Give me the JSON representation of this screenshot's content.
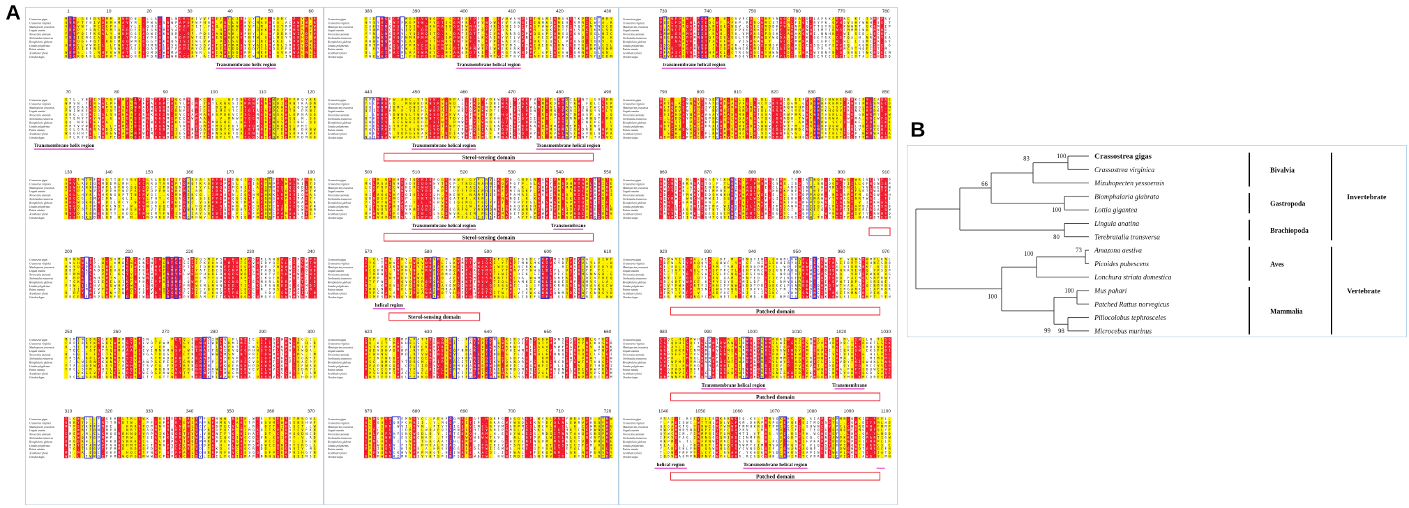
{
  "panels": {
    "a": "A",
    "b": "B"
  },
  "colors": {
    "identical": "#ee1c2e",
    "similar": "#fff200",
    "box": "#2b2bd6",
    "label_line": "#e040c8",
    "frame": "#b9d3ea",
    "domain_box": "#e8202a"
  },
  "species": [
    "Crassostrea gigas",
    "Crassostrea virginica",
    "Mizuhopecten yessoensis",
    "Lingula anatina",
    "Novocrania anomala",
    "Terebratalia transversa",
    "Biomphalaria glabrata",
    "Limulus polyphemus",
    "Patiria miniata",
    "Acanthaster planci",
    "Octodon degus"
  ],
  "alignment": {
    "col1": [
      {
        "ticks": [
          "1",
          "10",
          "20",
          "30",
          "40",
          "50",
          "60"
        ],
        "labels": [
          "Transmembrane helix region"
        ],
        "domains": []
      },
      {
        "ticks": [
          "70",
          "80",
          "90",
          "100",
          "110",
          "120"
        ],
        "labels": [
          "Transmembrane helix region"
        ],
        "domains": []
      },
      {
        "ticks": [
          "130",
          "140",
          "150",
          "160",
          "170",
          "180",
          "190"
        ],
        "labels": [],
        "domains": []
      },
      {
        "ticks": [
          "200",
          "210",
          "220",
          "230",
          "240"
        ],
        "labels": [],
        "domains": []
      },
      {
        "ticks": [
          "250",
          "260",
          "270",
          "280",
          "290",
          "300"
        ],
        "labels": [],
        "domains": []
      },
      {
        "ticks": [
          "310",
          "320",
          "330",
          "340",
          "350",
          "360",
          "370"
        ],
        "labels": [],
        "domains": []
      }
    ],
    "col2": [
      {
        "ticks": [
          "380",
          "390",
          "400",
          "410",
          "420",
          "430"
        ],
        "labels": [
          "Transmembrane helical region"
        ],
        "domains": []
      },
      {
        "ticks": [
          "440",
          "450",
          "460",
          "470",
          "480",
          "490"
        ],
        "labels": [
          "Transmembrane helical region",
          "Transmembrane helical region"
        ],
        "domains": [
          "Sterol-sensing domain"
        ]
      },
      {
        "ticks": [
          "500",
          "510",
          "520",
          "530",
          "540",
          "550"
        ],
        "labels": [
          "Transmembrane helical region",
          "Transmembrane"
        ],
        "domains": [
          "Sterol-sensing domain"
        ]
      },
      {
        "ticks": [
          "570",
          "580",
          "590",
          "600",
          "610"
        ],
        "labels": [
          "helical region"
        ],
        "domains": [
          "Sterol-sensing domain"
        ]
      },
      {
        "ticks": [
          "620",
          "630",
          "640",
          "650",
          "660"
        ],
        "labels": [],
        "domains": []
      },
      {
        "ticks": [
          "670",
          "680",
          "690",
          "700",
          "710",
          "720"
        ],
        "labels": [],
        "domains": []
      }
    ],
    "col3": [
      {
        "ticks": [
          "730",
          "740",
          "750",
          "760",
          "770",
          "780"
        ],
        "labels": [
          "transmembrane helical region"
        ],
        "domains": []
      },
      {
        "ticks": [
          "790",
          "800",
          "810",
          "820",
          "830",
          "840",
          "850"
        ],
        "labels": [],
        "domains": []
      },
      {
        "ticks": [
          "860",
          "870",
          "880",
          "890",
          "900",
          "910"
        ],
        "labels": [],
        "domains": [
          ""
        ]
      },
      {
        "ticks": [
          "920",
          "930",
          "940",
          "950",
          "960",
          "970"
        ],
        "labels": [],
        "domains": [
          "Patched domain"
        ]
      },
      {
        "ticks": [
          "980",
          "990",
          "1000",
          "1010",
          "1020",
          "1030"
        ],
        "labels": [
          "Transmembrane helical region",
          "Transmembrane"
        ],
        "domains": [
          "Patched domain"
        ]
      },
      {
        "ticks": [
          "1040",
          "1050",
          "1060",
          "1070",
          "1080",
          "1090",
          "1100"
        ],
        "labels": [
          "helical region",
          "Transmembrane helical region",
          ""
        ],
        "domains": [
          "Patched domain"
        ]
      }
    ]
  },
  "tree": {
    "taxa": [
      "Crassostrea gigas",
      "Crassostrea virginica",
      "Mizuhopecten yessoensis",
      "Biomphalaria glabrata",
      "Lottia gigantea",
      "Lingula anatina",
      "Terebratalia transversa",
      "Amazona aestiva",
      "Picoides pubescens",
      "Lonchura striata domestica",
      "Mus pahari",
      "Patched Rattus norvegicus",
      "Piliocolobus tephrosceles",
      "Microcebus murinus"
    ],
    "bootstrap": [
      "100",
      "83",
      "66",
      "100",
      "80",
      "73",
      "100",
      "100",
      "100",
      "99",
      "98"
    ],
    "groups": [
      "Bivalvia",
      "Gastropoda",
      "Brachiopoda",
      "Aves",
      "Mammalia"
    ],
    "clades": [
      "Invertebrate",
      "Vertebrate"
    ]
  }
}
